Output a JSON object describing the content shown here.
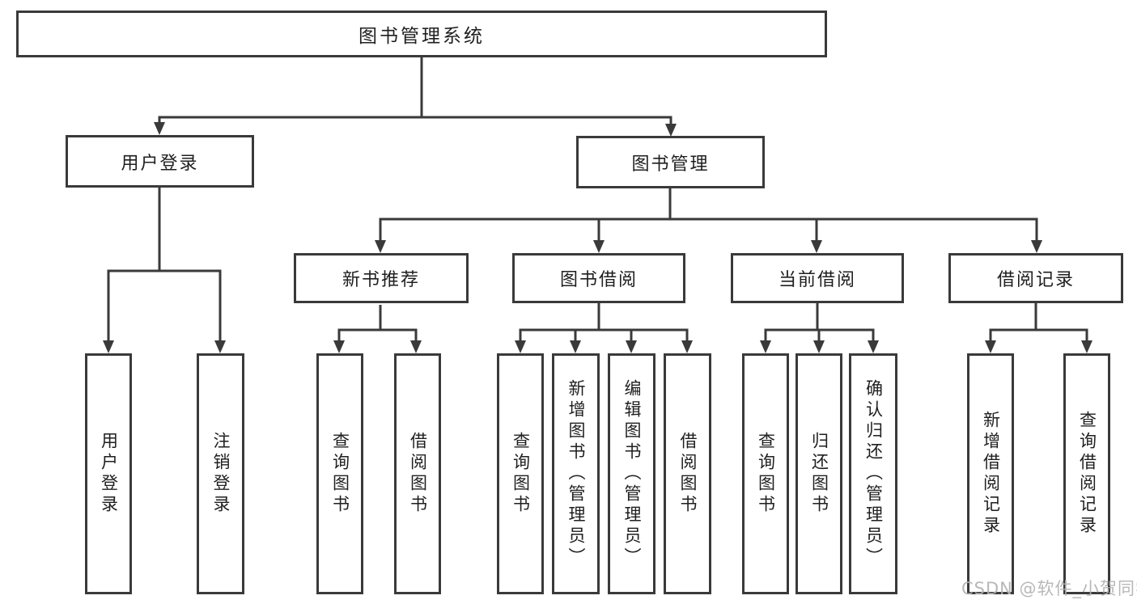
{
  "diagram_title": "图书管理系统",
  "tree": {
    "label": "图书管理系统",
    "children": [
      {
        "label": "用户登录",
        "children": [
          {
            "label": "用户登录"
          },
          {
            "label": "注销登录"
          }
        ]
      },
      {
        "label": "图书管理",
        "children": [
          {
            "label": "新书推荐",
            "children": [
              {
                "label": "查询图书"
              },
              {
                "label": "借阅图书"
              }
            ]
          },
          {
            "label": "图书借阅",
            "children": [
              {
                "label": "查询图书"
              },
              {
                "label": "新增图书（管理员）"
              },
              {
                "label": "编辑图书（管理员）"
              },
              {
                "label": "借阅图书"
              }
            ]
          },
          {
            "label": "当前借阅",
            "children": [
              {
                "label": "查询图书"
              },
              {
                "label": "归还图书"
              },
              {
                "label": "确认归还（管理员）"
              }
            ]
          },
          {
            "label": "借阅记录",
            "children": [
              {
                "label": "新增借阅记录"
              },
              {
                "label": "查询借阅记录"
              }
            ]
          }
        ]
      }
    ]
  },
  "watermark": {
    "text": "CSDN @软件_小贺同学"
  },
  "colors": {
    "line": "#3a3a3a",
    "text": "#1f1f1f",
    "background": "#ffffff",
    "watermark": "#b2b2b2"
  }
}
